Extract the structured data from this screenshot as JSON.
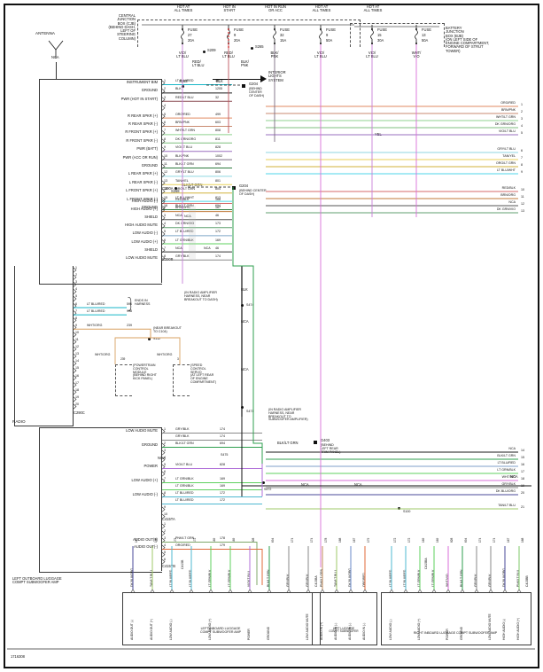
{
  "meta": {
    "figure_id": "1716308"
  },
  "top_power": {
    "cjb_label": "CENTRAL\nJUNCTION\nBOX (CJB)\n(BEHIND DASH,\nLEFT OF\nSTEERING\nCOLUMN)",
    "bjb_label": "BATTERY\nJUNCTION\nBOX (BJB)\n(ON LEFT SIDE OF\nENGINE COMPARTMENT,\nFORWARD OF STRUT\nTOWER)",
    "fuses": [
      {
        "hot": "HOT AT\nALL TIMES",
        "name": "FUSE",
        "num": "27",
        "amp": "20A",
        "wire": "VIO/\nLT BLU"
      },
      {
        "hot": "HOT IN\nSTART",
        "name": "FUSE",
        "num": "9",
        "amp": "20A",
        "wire": "RED/\nLT BLU"
      },
      {
        "hot": "HOT IN RUN\nOR ACC",
        "name": "FUSE",
        "num": "32",
        "amp": "15A",
        "wire": "BLK/\nPNK"
      },
      {
        "hot": "HOT AT\nALL TIMES",
        "name": "FUSE",
        "num": "9",
        "amp": "50A",
        "wire": "VIO/\nLT BLU"
      },
      {
        "hot": "HOT AT\nALL TIMES",
        "name": "FUSE",
        "num": "15",
        "amp": "30A",
        "wire": "VIO/\nLT BLU"
      },
      {
        "hot": "",
        "name": "FUSE",
        "num": "13",
        "amp": "50A",
        "wire": "WHT/\nVIO"
      }
    ],
    "splices": [
      "S209",
      "S265",
      "S203",
      "S268"
    ],
    "interior_lights": "INTERIOR\nLIGHTS\nSYSTEM",
    "red_ltblu": "RED/\nLT BLU",
    "blk_pnk": "BLK/\nPNK",
    "blk": "BLK",
    "yel": "YEL"
  },
  "antenna": {
    "label": "ANTENNA",
    "code": "NCA"
  },
  "grounds": [
    {
      "id": "G204",
      "desc": "(BEHIND\nCENTER\nOF DASH)"
    },
    {
      "id": "G204",
      "desc": "(BEHIND CENTER\nOF DASH)"
    },
    {
      "id": "G403",
      "desc": "(BEHIND\nLEFT REAR\nTRIM PANEL)"
    }
  ],
  "ipm_connector": {
    "name": "C290A",
    "rows": [
      {
        "pin": "1",
        "func": "INSTRUMENT BIM",
        "wire": "LT BLU/RED",
        "ckt": "16",
        "color": "#19b6c8"
      },
      {
        "pin": "2",
        "func": "GROUND",
        "wire": "BLK",
        "ckt": "1205",
        "color": "#1a1a1a"
      },
      {
        "pin": "3",
        "func": "PWR (HOT IN START)",
        "wire": "RED/LT BLU",
        "ckt": "32",
        "color": "#8a4b52"
      },
      {
        "pin": "4",
        "func": "",
        "wire": "",
        "ckt": "",
        "color": ""
      },
      {
        "pin": "5",
        "func": "R REAR SPKR (+)",
        "wire": "ORG/RED",
        "ckt": "499",
        "color": "#e08a60"
      },
      {
        "pin": "6",
        "func": "R REAR SPKR (-)",
        "wire": "BRN/PNK",
        "ckt": "603",
        "color": "#c98a70"
      },
      {
        "pin": "7",
        "func": "R FRONT SPKR (+)",
        "wire": "WHT/LT GRN",
        "ckt": "808",
        "color": "#8fd18f"
      },
      {
        "pin": "8",
        "func": "R FRONT SPKR (-)",
        "wire": "DK GRN/ORG",
        "ckt": "811",
        "color": "#7fbf7f"
      },
      {
        "pin": "9",
        "func": "PWR (BATT)",
        "wire": "VIO/LT BLU",
        "ckt": "828",
        "color": "#9a6fbf"
      },
      {
        "pin": "10",
        "func": "PWR (ACC OR RUN)",
        "wire": "BLK/PNK",
        "ckt": "1002",
        "color": "#7a6a80"
      },
      {
        "pin": "11",
        "func": "GROUND",
        "wire": "BLK/LT GRN",
        "ckt": "694",
        "color": "#2f7a3f"
      },
      {
        "pin": "12",
        "func": "L REAR SPKR (+)",
        "wire": "GRY/LT BLU",
        "ckt": "806",
        "color": "#8fd6e0"
      },
      {
        "pin": "13",
        "func": "L REAR SPKR (-)",
        "wire": "TAN/YEL",
        "ckt": "801",
        "color": "#e8d25a"
      },
      {
        "pin": "14",
        "func": "L FRONT SPKR (+)",
        "wire": "ORG/LT GRN",
        "ckt": "804",
        "color": "#d1b23a"
      },
      {
        "pin": "15",
        "func": "L FRONT SPKR (-)",
        "wire": "LT BLU/WHT",
        "ckt": "813",
        "color": "#4fd6e8"
      },
      {
        "pin": "16",
        "func": "GROUND",
        "wire": "BLK/LT GRN",
        "ckt": "694",
        "color": "#2f7a3f"
      }
    ]
  },
  "ipm_connector_b": {
    "name": "C290B",
    "rows": [
      {
        "pin": "1",
        "func": "HIGH AUDIO (-)",
        "wire": "RED/BLK",
        "ckt": "168",
        "color": "#d66a6a"
      },
      {
        "pin": "2",
        "func": "HIGH AUDIO (+)",
        "wire": "BRN/ORG",
        "ckt": "167",
        "color": "#c07a3a"
      },
      {
        "pin": "3",
        "func": "SHIELD",
        "wire": "NCA",
        "ckt": "46",
        "color": "#555555"
      },
      {
        "pin": "4",
        "func": "HIGH AUDIO MUTE",
        "wire": "DK GRN/VIO",
        "ckt": "173",
        "color": "#5f9f6f"
      },
      {
        "pin": "5",
        "func": "LOW AUDIO (-)",
        "wire": "LT BLU/RED",
        "ckt": "172",
        "color": "#7fa8c8"
      },
      {
        "pin": "6",
        "func": "LOW AUDIO (+)",
        "wire": "LT GRN/BLK",
        "ckt": "169",
        "color": "#5fd05f"
      },
      {
        "pin": "7",
        "func": "SHIELD",
        "wire": "NCA",
        "ckt": "46",
        "color": "#333333"
      },
      {
        "pin": "8",
        "func": "LOW AUDIO MUTE",
        "wire": "GRY/BLK",
        "ckt": "174",
        "color": "#8a8a8a"
      }
    ]
  },
  "mid_connector": {
    "name": "C290C",
    "pins_count": 20,
    "rows": [
      {
        "pin": "6",
        "wire": "LT BLU/RED",
        "ckt": "596",
        "color": "#19b6c8"
      },
      {
        "pin": "7",
        "wire": "LT BLU/RED",
        "ckt": "998",
        "color": "#19b6c8"
      },
      {
        "pin": "9",
        "wire": "WHT/ORG",
        "ckt": "239",
        "color": "#d8a060"
      }
    ],
    "ends_in_harness": "ENDS IN\nHARNESS",
    "near_breakout": "(NEAR BREAKOUT\nTO C104)",
    "splice_s112": "S112",
    "whtorg_left": "WHT/ORG",
    "whtorg_right": "WHT/ORG",
    "ckt_left": "239",
    "ckt_right": "3",
    "pcm": "(POWERTRAIN\nCONTROL\nMODULE\n(BEHIND RIGHT\nKICK PANEL)",
    "speed_servo": "(SPEED\nCONTROL\nSERVO\n(AT LEFT REAR\nOF ENGINE\nCOMPARTMENT)"
  },
  "radio": {
    "title": "RADIO",
    "connector_a": "C415TA",
    "connector_b": "C415TB",
    "rows": [
      {
        "pin": "1",
        "func": "LOW AUDIO MUTE",
        "wire": "GRY/BLK",
        "ckt": "174",
        "color": "#8a8a8a"
      },
      {
        "pin": "",
        "func": "",
        "wire": "GRY/BLK",
        "ckt": "174",
        "color": "#8a8a8a"
      },
      {
        "pin": "2",
        "func": "GROUND",
        "wire": "BLK/LT GRN",
        "ckt": "694",
        "color": "#2f9f4f"
      },
      {
        "pin": "3",
        "func": "",
        "wire": "",
        "ckt": "",
        "color": ""
      },
      {
        "pin": "4",
        "func": "",
        "wire": "",
        "ckt": "",
        "color": ""
      },
      {
        "pin": "5",
        "func": "POWER",
        "wire": "VIO/LT BLU",
        "ckt": "828",
        "color": "#b06fd8"
      },
      {
        "pin": "6",
        "func": "",
        "wire": "",
        "ckt": "",
        "color": ""
      },
      {
        "pin": "7",
        "func": "LOW AUDIO (+)",
        "wire": "LT GRN/BLK",
        "ckt": "169",
        "color": "#5fd05f"
      },
      {
        "pin": "",
        "func": "",
        "wire": "LT GRN/BLK",
        "ckt": "169",
        "color": "#5fd05f"
      },
      {
        "pin": "8",
        "func": "LOW AUDIO (-)",
        "wire": "LT BLU/RED",
        "ckt": "172",
        "color": "#4fb8d0"
      },
      {
        "pin": "",
        "func": "",
        "wire": "LT BLU/RED",
        "ckt": "172",
        "color": "#4fb8d0"
      },
      {
        "pin": "9",
        "func": "",
        "wire": "",
        "ckt": "",
        "color": ""
      },
      {
        "pin": "10",
        "func": "",
        "wire": "",
        "ckt": "",
        "color": ""
      }
    ],
    "rows_b": [
      {
        "pin": "1",
        "func": "",
        "wire": "",
        "ckt": "",
        "color": ""
      },
      {
        "pin": "2",
        "func": "",
        "wire": "",
        "ckt": "",
        "color": ""
      },
      {
        "pin": "3",
        "func": "AUDIO OUT(+)",
        "wire": "PNK/LT GRN",
        "ckt": "178",
        "color": "#7fa86a"
      },
      {
        "pin": "4",
        "func": "AUDIO OUT(-)",
        "wire": "ORG/RED",
        "ckt": "179",
        "color": "#e06a3a"
      },
      {
        "pin": "5",
        "func": "",
        "wire": "",
        "ckt": "",
        "color": ""
      },
      {
        "pin": "6",
        "func": "",
        "wire": "",
        "ckt": "",
        "color": ""
      }
    ],
    "footer": "LEFT OUTBOARD LUGGAGE\nCOMPT SUBWOOFER AMP"
  },
  "right_pins": {
    "upper": [
      {
        "n": "1",
        "wire": "ORG/RED",
        "color": "#e08a60"
      },
      {
        "n": "2",
        "wire": "BRN/PNK",
        "color": "#c98a70"
      },
      {
        "n": "3",
        "wire": "WHT/LT GRN",
        "color": "#8fd18f"
      },
      {
        "n": "4",
        "wire": "DK GRN/ORG",
        "color": "#7fbf7f"
      },
      {
        "n": "5",
        "wire": "VIO/LT BLU",
        "color": "#9a6fbf"
      },
      {
        "n": "6",
        "wire": "GRY/LT BLU",
        "color": "#8fd6e0"
      },
      {
        "n": "7",
        "wire": "TAN/YEL",
        "color": "#e8d25a"
      },
      {
        "n": "8",
        "wire": "ORG/LT GRN",
        "color": "#d1b23a"
      },
      {
        "n": "9",
        "wire": "LT BLU/WHT",
        "color": "#4fd6e8"
      },
      {
        "n": "10",
        "wire": "RED/BLK",
        "color": "#d66a6a"
      },
      {
        "n": "11",
        "wire": "BRN/ORG",
        "color": "#c07a3a"
      },
      {
        "n": "12",
        "wire": "NCA",
        "color": "#555555"
      },
      {
        "n": "13",
        "wire": "DK GRN/VIO",
        "color": "#5f9f6f"
      }
    ],
    "lower": [
      {
        "n": "14",
        "wire": "NCA",
        "color": "#1a1a1a"
      },
      {
        "n": "15",
        "wire": "BLK/LT GRN",
        "color": "#2f9f4f"
      },
      {
        "n": "16",
        "wire": "LT BLU/RED",
        "color": "#7f9fc8"
      },
      {
        "n": "17",
        "wire": "LT GRN/BLK",
        "color": "#5fd05f"
      },
      {
        "n": "18",
        "wire": "WHT/VIO",
        "color": "#d86fd8"
      },
      {
        "n": "19",
        "wire": "GRY/BLK",
        "color": "#8a8a8a"
      },
      {
        "n": "20",
        "wire": "DK BLU/ORG",
        "color": "#4a4a9a"
      },
      {
        "n": "21",
        "wire": "TAN/LT BLU",
        "color": "#9fc86a"
      }
    ]
  },
  "harness_notes": {
    "in_radio_amp_1": "(IN RADIO AMPLIFIER\nHARNESS, NEAR\nBREAKOUT TO DASH)",
    "in_radio_amp_2": "(IN RADIO AMPLIFIER\nHARNESS, NEAR\nBREAKOUT TO\nSUBWOOFER AMPLIFIER)",
    "blk": "BLK",
    "nca": "NCA",
    "blk_ltgrn": "BLK/LT GRN",
    "splices": [
      "S474",
      "S471",
      "S472",
      "S475",
      "S100"
    ],
    "s475_ckt": "S475",
    "s100_ckt": "S100"
  },
  "amps": [
    {
      "name": "LEFT INBOARD LUGGAGE\nCOMPT SUBWOOFER AMP",
      "connector_top": "C415B",
      "connector_right": "C415BA",
      "pins": [
        {
          "func": "AUDIO OUT (-)",
          "wire": "DK BLU/ORG",
          "ckt": "167",
          "color": "#4a4a9a"
        },
        {
          "func": "AUDIO OUT (+)",
          "wire": "TAN/LT BLU",
          "ckt": "168",
          "color": "#9fc86a"
        },
        {
          "func": "LOW AUDIO (-)",
          "wire": "LT BLU/RED",
          "ckt": "172",
          "color": "#4fb8d0"
        },
        {
          "func": "",
          "wire": "LT BLU/RED",
          "ckt": "172",
          "color": "#4fb8d0"
        },
        {
          "func": "LOW AUDIO (+)",
          "wire": "LT GRN/BLK",
          "ckt": "169",
          "color": "#5fd05f"
        },
        {
          "func": "",
          "wire": "LT GRN/BLK",
          "ckt": "169",
          "color": "#5fd05f"
        },
        {
          "func": "POWER",
          "wire": "VIO/LT BLU",
          "ckt": "828",
          "color": "#b06fd8"
        },
        {
          "func": "GROUND",
          "wire": "BLK/LT GRN",
          "ckt": "694",
          "color": "#2f9f4f"
        },
        {
          "func": "",
          "wire": "GRY/BLK",
          "ckt": "174",
          "color": "#8a8a8a"
        },
        {
          "func": "LOW AUDIO MUTE",
          "wire": "GRY/BLK",
          "ckt": "174",
          "color": "#8a8a8a"
        }
      ]
    },
    {
      "name": "LEFT LUGGAGE\nCOMPT SUBWOOFER",
      "connector_top": "",
      "connector_right": "",
      "pins": [
        {
          "func": "AUDIO IN (+)",
          "wire": "PNK/LT GRN",
          "ckt": "178",
          "color": "#c08a5a"
        },
        {
          "func": "AUDIO IN (-)",
          "wire": "TAN/LT BLU",
          "ckt": "168",
          "color": "#9fc86a"
        },
        {
          "func": "AUDIO IN (-)",
          "wire": "DK BLU/ORG",
          "ckt": "167",
          "color": "#6a8ac8"
        },
        {
          "func": "AUDIO IN (-)",
          "wire": "ORG/RED",
          "ckt": "179",
          "color": "#e06a3a"
        }
      ]
    },
    {
      "name": "RIGHT INBOARD LUGGAGE COMPT SUBWOOFER AMP",
      "connector_top": "C415BA",
      "connector_right": "C415BB",
      "pins": [
        {
          "func": "LOW AUDIO (-)",
          "wire": "LT BLU/RED",
          "ckt": "172",
          "color": "#4fb8d0"
        },
        {
          "func": "",
          "wire": "LT BLU/RED",
          "ckt": "172",
          "color": "#4fb8d0"
        },
        {
          "func": "LOW AUDIO (+)",
          "wire": "LT GRN/BLK",
          "ckt": "169",
          "color": "#5fd05f"
        },
        {
          "func": "",
          "wire": "LT GRN/BLK",
          "ckt": "169",
          "color": "#5fd05f"
        },
        {
          "func": "POWER",
          "wire": "WHT/VIO",
          "ckt": "828",
          "color": "#d86fd8"
        },
        {
          "func": "GROUND",
          "wire": "BLK/LT GRN",
          "ckt": "694",
          "color": "#2f9f4f"
        },
        {
          "func": "",
          "wire": "GRY/BLK",
          "ckt": "174",
          "color": "#8a8a8a"
        },
        {
          "func": "LOW AUDIO MUTE",
          "wire": "GRY/BLK",
          "ckt": "174",
          "color": "#8a8a8a"
        },
        {
          "func": "HIGH AUDIO (-)",
          "wire": "DK BLU/ORG",
          "ckt": "167",
          "color": "#4a4a9a"
        },
        {
          "func": "HIGH AUDIO (+)",
          "wire": "PNK/LT BLU",
          "ckt": "168",
          "color": "#7fc86a"
        }
      ]
    }
  ]
}
